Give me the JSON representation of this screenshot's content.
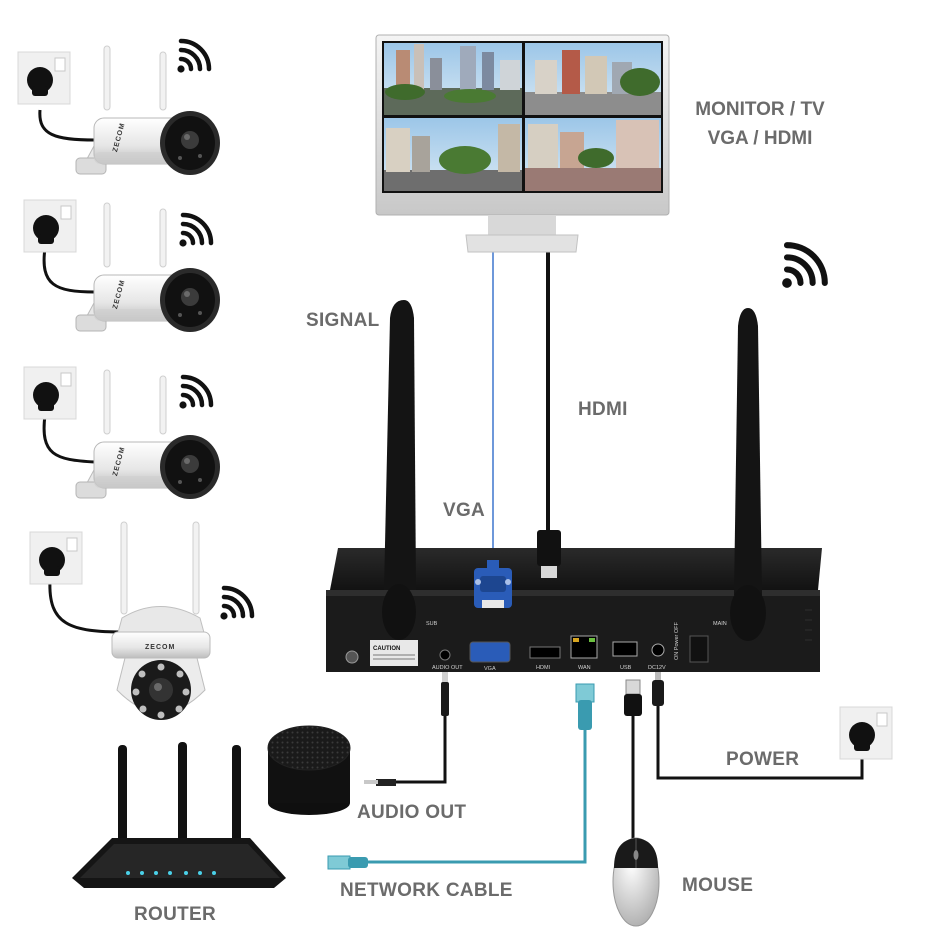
{
  "labels": {
    "monitor_line1": "MONITOR / TV",
    "monitor_line2": "VGA / HDMI",
    "signal": "SIGNAL",
    "hdmi": "HDMI",
    "vga": "VGA",
    "audio_out": "AUDIO OUT",
    "network_cable": "NETWORK CABLE",
    "power": "POWER",
    "mouse": "MOUSE",
    "router": "ROUTER"
  },
  "nvr_ports": {
    "sub": "SUB",
    "main": "MAIN",
    "audio_out": "AUDIO OUT",
    "vga": "VGA",
    "hdmi": "HDMI",
    "wan": "WAN",
    "usb": "USB",
    "dc": "DC12V",
    "caution": "CAUTION",
    "power_switch": "ON Power OFF"
  },
  "camera_brand": "ZECOM",
  "colors": {
    "label_text": "#6b6b6b",
    "network_cable": "#3a9bb0",
    "vga_connector": "#2a5cb8",
    "cable_black": "#111111",
    "nvr_body": "#1c1c1c"
  }
}
